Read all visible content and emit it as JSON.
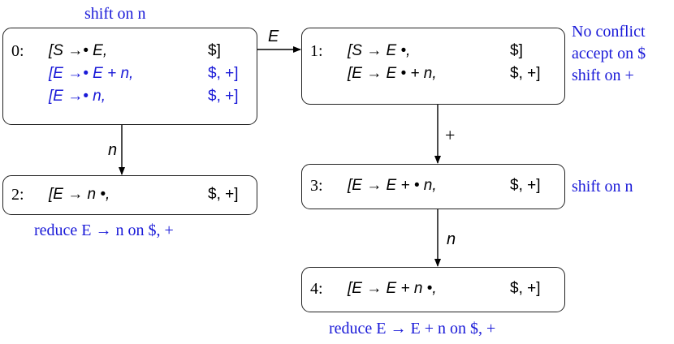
{
  "states": [
    {
      "number": "0:",
      "items": [
        {
          "core": "[S →• E,",
          "lookahead": "$]",
          "highlight": false
        },
        {
          "core": "[E →• E  +  n,",
          "lookahead": "$, +]",
          "highlight": true
        },
        {
          "core": "[E →• n,",
          "lookahead": "$, +]",
          "highlight": true
        }
      ],
      "note": "shift on n"
    },
    {
      "number": "1:",
      "items": [
        {
          "core": "[S → E •,",
          "lookahead": "$]",
          "highlight": false
        },
        {
          "core": "[E → E • + n,",
          "lookahead": "$, +]",
          "highlight": false
        }
      ],
      "notes": [
        "No conflict",
        "accept on $",
        "shift on +"
      ]
    },
    {
      "number": "2:",
      "items": [
        {
          "core": "[E → n •,",
          "lookahead": "$, +]",
          "highlight": false
        }
      ],
      "note": "reduce E → n on $, +"
    },
    {
      "number": "3:",
      "items": [
        {
          "core": "[E → E + • n,",
          "lookahead": "$, +]",
          "highlight": false
        }
      ],
      "note": "shift on n"
    },
    {
      "number": "4:",
      "items": [
        {
          "core": "[E → E  +  n •,",
          "lookahead": "$, +]",
          "highlight": false
        }
      ],
      "note": "reduce E → E + n on $, +"
    }
  ],
  "edges": [
    {
      "from": "0",
      "to": "1",
      "label": "E"
    },
    {
      "from": "0",
      "to": "2",
      "label": "n"
    },
    {
      "from": "1",
      "to": "3",
      "label": "+"
    },
    {
      "from": "3",
      "to": "4",
      "label": "n"
    }
  ],
  "colors": {
    "highlight": "#1a1ad8",
    "border": "#222222",
    "edge": "#000000"
  }
}
